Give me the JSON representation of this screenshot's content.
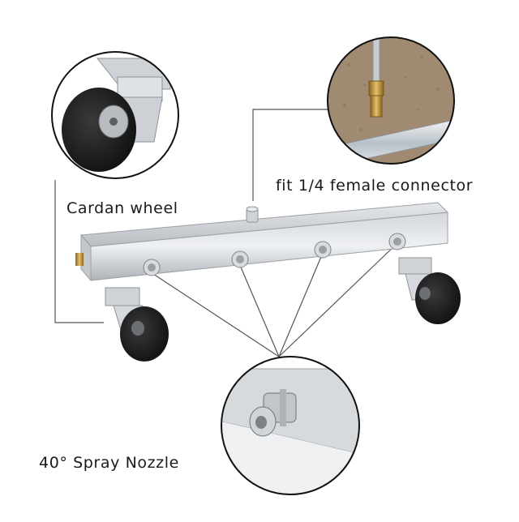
{
  "callouts": {
    "wheel": "Cardan wheel",
    "connector": "fit 1/4 female connector",
    "nozzle": "40° Spray Nozzle"
  },
  "colors": {
    "background": "#ffffff",
    "metal": "#c9ccd0",
    "tire": "#1e1e1e",
    "brass": "#c99a3a",
    "concrete": "#a08a72",
    "leader_line": "#555555"
  },
  "icons": {
    "wheel_inset": "caster-wheel-closeup",
    "connector_inset": "brass-quick-connector-closeup",
    "nozzle_inset": "spray-nozzle-closeup"
  }
}
